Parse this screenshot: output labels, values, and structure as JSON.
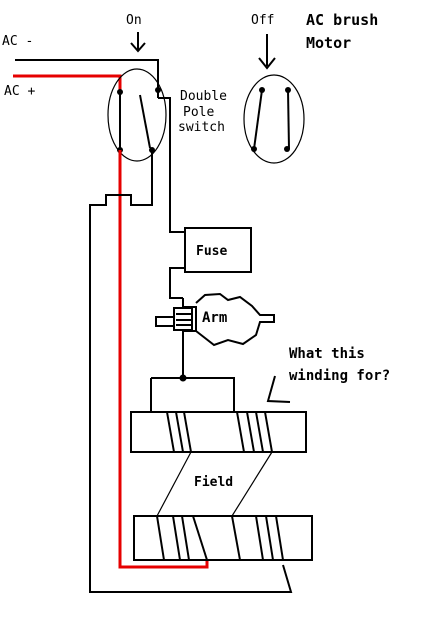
{
  "labels": {
    "ac_minus": "AC -",
    "ac_plus": "AC +",
    "on": "On",
    "off": "Off",
    "title_line1": "AC brush",
    "title_line2": "Motor",
    "switch_line1": "Double",
    "switch_line2": "Pole",
    "switch_line3": "switch",
    "fuse": "Fuse",
    "arm": "Arm",
    "question_line1": "What this",
    "question_line2": "winding for?",
    "field": "Field"
  },
  "colors": {
    "wire": "#000000",
    "positive_wire": "#e60000",
    "background": "#ffffff"
  }
}
